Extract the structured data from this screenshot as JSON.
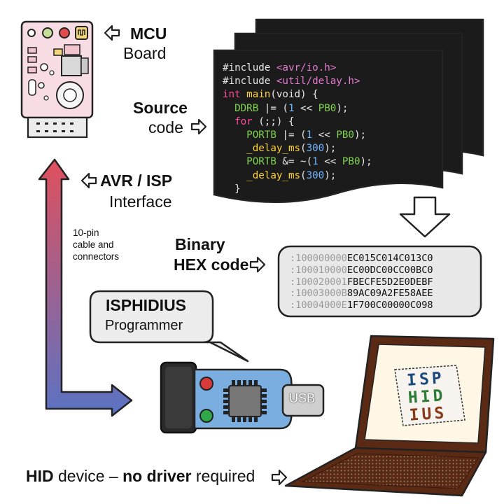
{
  "labels": {
    "mcu_bold": "MCU",
    "mcu_rest": "Board",
    "source_bold": "Source",
    "source_rest": "code",
    "avr_bold": "AVR / ISP",
    "avr_rest": "Interface",
    "cable_line1": "10-pin",
    "cable_line2": "cable and",
    "cable_line3": "connectors",
    "binary_bold": "Binary",
    "binary_rest": "HEX code",
    "isphidius_title": "ISPHIDIUS",
    "isphidius_sub": "Programmer",
    "usb": "USB",
    "hid_bold1": "HID",
    "hid_text1": "device –",
    "hid_bold2": "no driver",
    "hid_text2": "required"
  },
  "source_code": {
    "l1_kw": "#include ",
    "l1_str": "<avr/io.h>",
    "l2_kw": "#include ",
    "l2_str": "<util/delay.h>",
    "l3_type": "int",
    "l3_fn": "main",
    "l3_rest": "(void) {",
    "l4_reg": "DDRB",
    "l4_op": " |= (",
    "l4_n": "1",
    "l4_op2": " << ",
    "l4_pin": "PB0",
    "l4_end": ");",
    "l5_kw": "for",
    "l5_rest": " (;;) {",
    "l6_reg": "PORTB",
    "l6_op": " |= (",
    "l6_n": "1",
    "l6_op2": " << ",
    "l6_pin": "PB0",
    "l6_end": ");",
    "l7_fn": "_delay_ms",
    "l7_open": "(",
    "l7_n": "300",
    "l7_end": ");",
    "l8_reg": "PORTB",
    "l8_op": " &= ~(",
    "l8_n": "1",
    "l8_op2": " << ",
    "l8_pin": "PB0",
    "l8_end": ");",
    "l9_fn": "_delay_ms",
    "l9_open": "(",
    "l9_n": "300",
    "l9_end": ");",
    "l10": "}"
  },
  "hex_lines": [
    {
      "prefix": ":100000000",
      "data": "EC015C014C013C0"
    },
    {
      "prefix": ":100010000",
      "data": "EC00DC00CC00BC0"
    },
    {
      "prefix": ":100020001",
      "data": "FBECFE5D2E0DEBF"
    },
    {
      "prefix": ":10003000B",
      "data": "89AC09A2FE58AEE"
    },
    {
      "prefix": ":10004000E",
      "data": "1F700C00000C098"
    }
  ],
  "laptop_logo": [
    "ISP",
    "HID",
    "IUS"
  ],
  "colors": {
    "board_fill": "#f7dde3",
    "code_bg": "#1b1b1b",
    "keyword": "#ff4f9a",
    "function": "#ffd43b",
    "register": "#7fd34e",
    "number": "#6fb7ff",
    "arrow_top": "#e0505d",
    "arrow_bottom": "#5a73c4",
    "dongle_blue": "#7aaee0",
    "led_red": "#d83a3a",
    "led_green": "#2fa84a",
    "laptop_brown": "#5a2a14",
    "laptop_screen": "#fff7e6"
  }
}
